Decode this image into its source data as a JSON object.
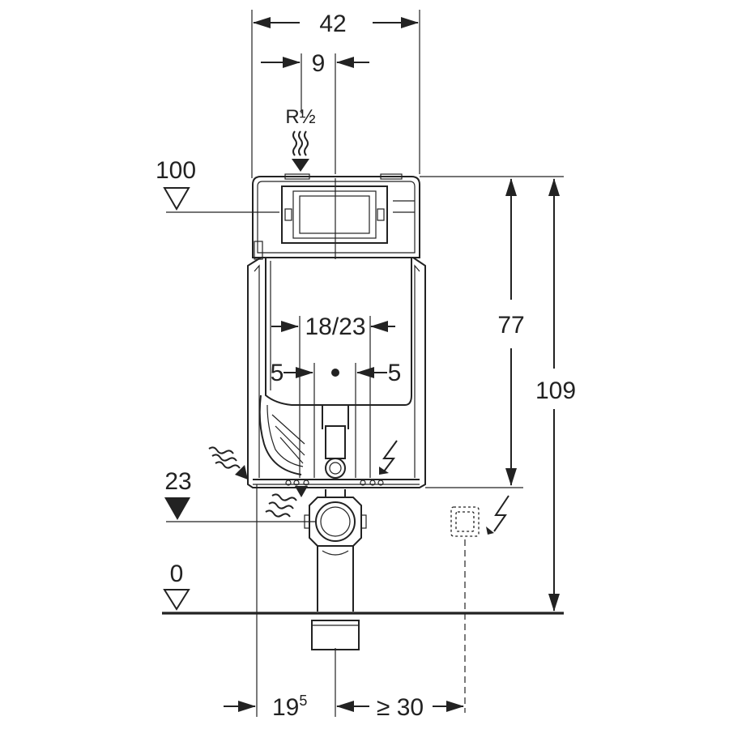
{
  "dimensions": {
    "width_total": "42",
    "offset_top": "9",
    "thread": "R½",
    "spacing_center": "18/23",
    "spacing_left": "5",
    "spacing_right": "5",
    "height_frame": "77",
    "height_total": "109",
    "bottom_left_base": "19",
    "bottom_left_sup": "5",
    "bottom_right": "≥ 30"
  },
  "levels": {
    "top": "100",
    "middle": "23",
    "floor": "0"
  },
  "icons": [
    "water-supply-icon",
    "electric-icon",
    "drain-icon",
    "electrical-box-icon"
  ]
}
